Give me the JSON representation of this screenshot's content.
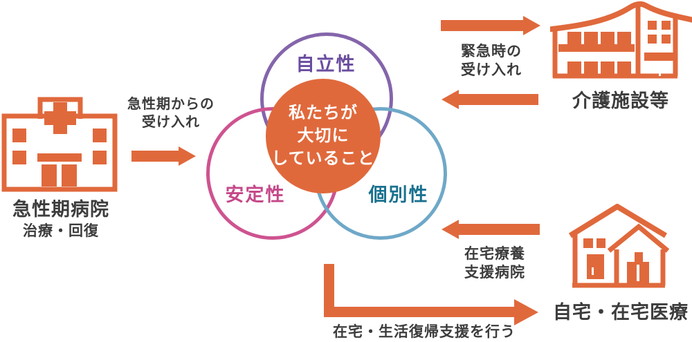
{
  "colors": {
    "orange": "#e0693c",
    "text_dark": "#3c3c3c",
    "purple_ring": "#8465ab",
    "purple_text": "#6a4c9f",
    "pink_ring": "#ce5390",
    "pink_text": "#c54889",
    "blue_ring": "#6fa8c8",
    "blue_text": "#19708f",
    "core_fill": "#e0693c",
    "core_text": "#ffffff"
  },
  "acute": {
    "name": "急性期病院",
    "sub": "治療・回復",
    "arrow_line1": "急性期からの",
    "arrow_line2": "受け入れ"
  },
  "venn": {
    "top_label": "自立性",
    "left_label": "安定性",
    "right_label": "個別性",
    "core_line1": "私たちが",
    "core_line2": "大切に",
    "core_line3": "していること"
  },
  "care_facility": {
    "name": "介護施設等",
    "to_label_line1": "緊急時の",
    "to_label_line2": "受け入れ"
  },
  "home": {
    "name": "自宅・在宅医療",
    "from_label_line1": "在宅療養",
    "from_label_line2": "支援病院",
    "return_label": "在宅・生活復帰支援を行う"
  },
  "icons": {
    "hospital": "hospital-icon",
    "care_facility": "care-facility-icon",
    "home": "home-icon"
  }
}
